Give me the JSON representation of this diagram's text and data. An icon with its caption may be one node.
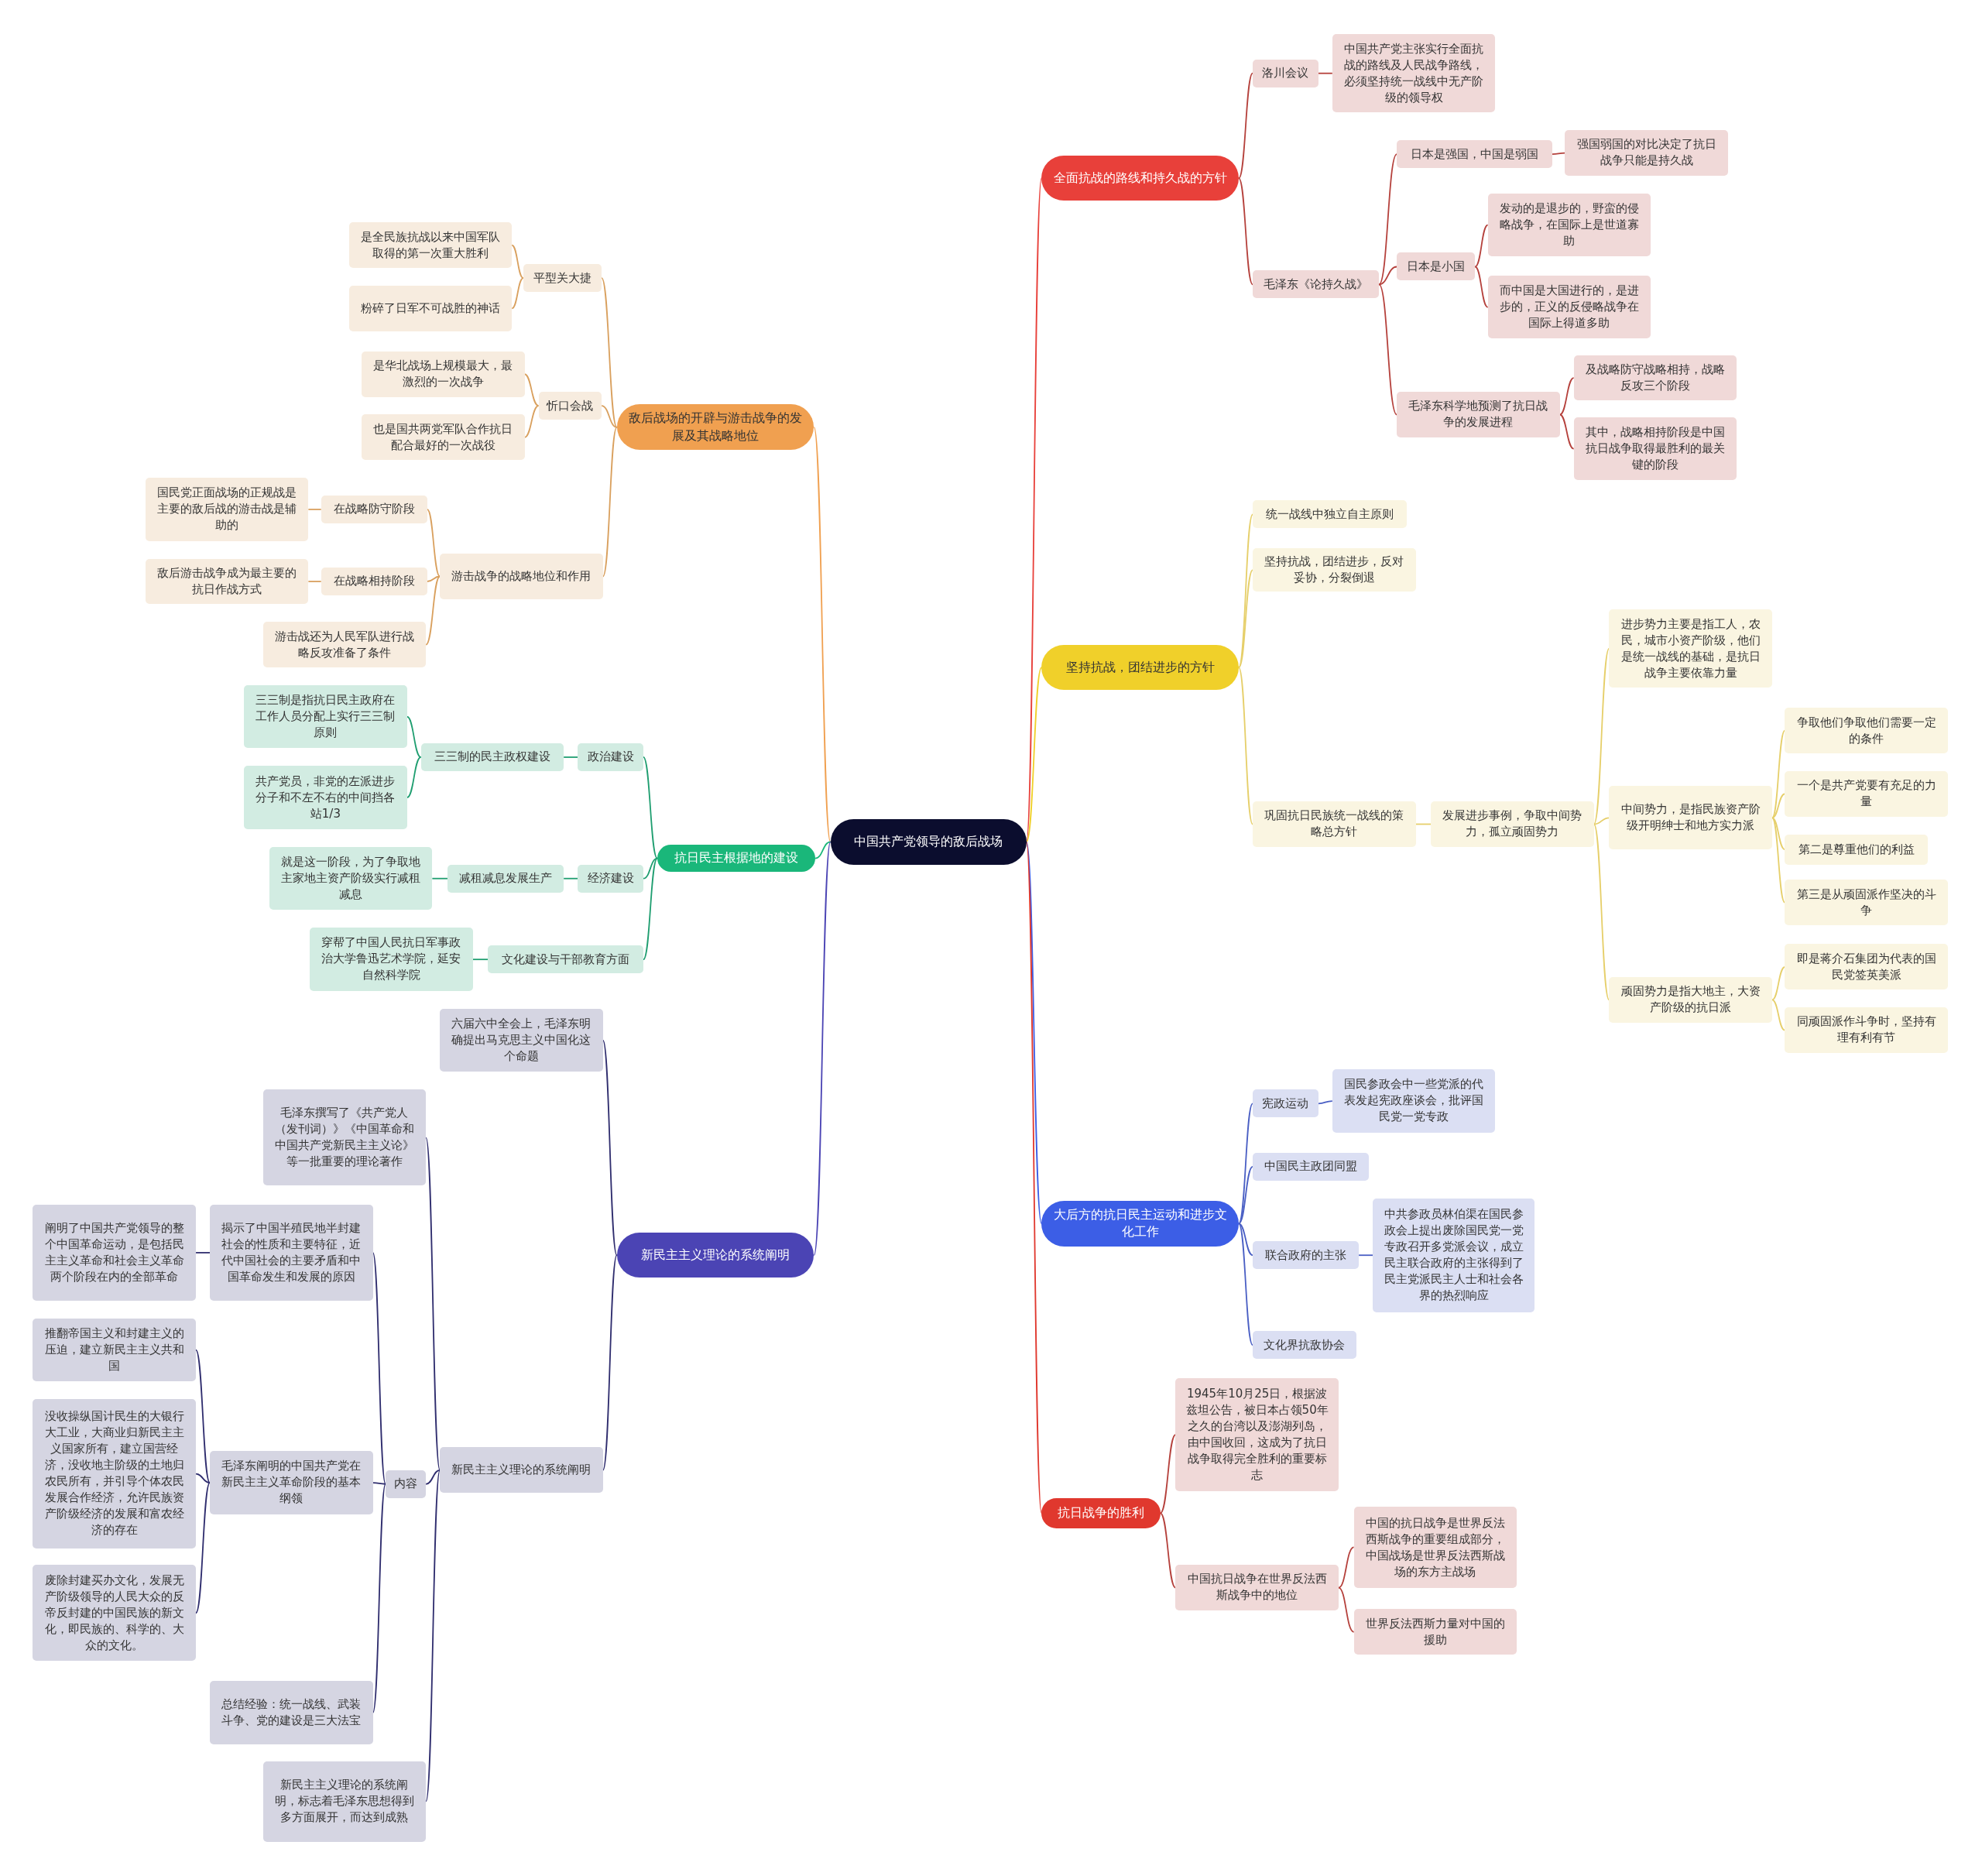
{
  "diagram": {
    "nodes": [
      {
        "text": [
          "中国共产党领导的敌后战场"
        ]
      },
      {
        "text": [
          "全面抗战的路线和持久战的方针"
        ]
      },
      {
        "text": [
          "洛川会议"
        ]
      },
      {
        "text": [
          "中国共产党主张实行全面抗战的路线及人民战争路线，必须坚持统一战线中无产阶级的领导权"
        ]
      },
      {
        "text": [
          "毛泽东《论持久战》"
        ]
      },
      {
        "text": [
          "日本是强国，中国是弱国"
        ]
      },
      {
        "text": [
          "强国弱国的对比决定了抗日战争只能是持久战"
        ]
      },
      {
        "text": [
          "日本是小国"
        ]
      },
      {
        "text": [
          "发动的是退步的，野蛮的侵略战争，在国际上是世道寡助"
        ]
      },
      {
        "text": [
          "而中国是大国进行的，是进步的，正义的反侵略战争在国际上得道多助"
        ]
      },
      {
        "text": [
          "毛泽东科学地预测了抗日战争的发展进程"
        ]
      },
      {
        "text": [
          "及战略防守战略相持，战略反攻三个阶段"
        ]
      },
      {
        "text": [
          "其中，战略相持阶段是中国抗日战争取得最胜利的最关键的阶段"
        ]
      },
      {
        "text": [
          "坚持抗战，团结进步的方针"
        ]
      },
      {
        "text": [
          "统一战线中独立自主原则"
        ]
      },
      {
        "text": [
          "坚持抗战，团结进步，反对妥协，分裂倒退"
        ]
      },
      {
        "text": [
          "巩固抗日民族统一战线的策略总方针"
        ]
      },
      {
        "text": [
          "发展进步事例，争取中间势力，孤立顽固势力"
        ]
      },
      {
        "text": [
          "进步势力主要是指工人，农民，城市小资产阶级，他们是统一战线的基础，是抗日战争主要依靠力量"
        ]
      },
      {
        "text": [
          "中间势力，是指民族资产阶级开明绅士和地方实力派"
        ]
      },
      {
        "text": [
          "争取他们争取他们需要一定的条件"
        ]
      },
      {
        "text": [
          "一个是共产党要有充足的力量"
        ]
      },
      {
        "text": [
          "第二是尊重他们的利益"
        ]
      },
      {
        "text": [
          "第三是从顽固派作坚决的斗争"
        ]
      },
      {
        "text": [
          "顽固势力是指大地主，大资产阶级的抗日派"
        ]
      },
      {
        "text": [
          "即是蒋介石集团为代表的国民党签英美派"
        ]
      },
      {
        "text": [
          "同顽固派作斗争时，坚持有理有利有节"
        ]
      },
      {
        "text": [
          "大后方的抗日民主运动和进步文化工作"
        ]
      },
      {
        "text": [
          "宪政运动"
        ]
      },
      {
        "text": [
          "国民参政会中一些党派的代表发起宪政座谈会，批评国民党一党专政"
        ]
      },
      {
        "text": [
          "中国民主政团同盟"
        ]
      },
      {
        "text": [
          "联合政府的主张"
        ]
      },
      {
        "text": [
          "中共参政员林伯渠在国民参政会上提出废除国民党一党专政召开多党派会议，成立民主联合政府的主张得到了民主党派民主人士和社会各界的热烈响应"
        ]
      },
      {
        "text": [
          "文化界抗敌协会"
        ]
      },
      {
        "text": [
          "抗日战争的胜利"
        ]
      },
      {
        "text": [
          "1945年10月25日，根据波兹坦公告，被日本占领50年之久的台湾以及澎湖列岛，由中国收回，这成为了抗日战争取得完全胜利的重要标志"
        ]
      },
      {
        "text": [
          "中国抗日战争在世界反法西斯战争中的地位"
        ]
      },
      {
        "text": [
          "中国的抗日战争是世界反法西斯战争的重要组成部分，中国战场是世界反法西斯战场的东方主战场"
        ]
      },
      {
        "text": [
          "世界反法西斯力量对中国的援助"
        ]
      },
      {
        "text": [
          "敌后战场的开辟与游击战争的发展及其战略地位"
        ]
      },
      {
        "text": [
          "平型关大捷"
        ]
      },
      {
        "text": [
          "是全民族抗战以来中国军队取得的第一次重大胜利"
        ]
      },
      {
        "text": [
          "粉碎了日军不可战胜的神话"
        ]
      },
      {
        "text": [
          "忻口会战"
        ]
      },
      {
        "text": [
          "是华北战场上规模最大，最激烈的一次战争"
        ]
      },
      {
        "text": [
          "也是国共两党军队合作抗日配合最好的一次战役"
        ]
      },
      {
        "text": [
          "游击战争的战略地位和作用"
        ]
      },
      {
        "text": [
          "在战略防守阶段"
        ]
      },
      {
        "text": [
          "国民党正面战场的正规战是主要的敌后战的游击战是辅助的"
        ]
      },
      {
        "text": [
          "在战略相持阶段"
        ]
      },
      {
        "text": [
          "敌后游击战争成为最主要的抗日作战方式"
        ]
      },
      {
        "text": [
          "游击战还为人民军队进行战略反攻准备了条件"
        ]
      },
      {
        "text": [
          "抗日民主根据地的建设"
        ]
      },
      {
        "text": [
          "政治建设"
        ]
      },
      {
        "text": [
          "三三制的民主政权建设"
        ]
      },
      {
        "text": [
          "三三制是指抗日民主政府在工作人员分配上实行三三制原则"
        ]
      },
      {
        "text": [
          "共产党员，非党的左派进步分子和不左不右的中间挡各站1/3"
        ]
      },
      {
        "text": [
          "经济建设"
        ]
      },
      {
        "text": [
          "减租减息发展生产"
        ]
      },
      {
        "text": [
          "就是这一阶段，为了争取地主家地主资产阶级实行减租减息"
        ]
      },
      {
        "text": [
          "文化建设与干部教育方面"
        ]
      },
      {
        "text": [
          "穿帮了中国人民抗日军事政治大学鲁迅艺术学院，延安自然科学院"
        ]
      },
      {
        "text": [
          "新民主主义理论的系统阐明"
        ]
      },
      {
        "text": [
          "六届六中全会上，毛泽东明确提出马克思主义中国化这个命题"
        ]
      },
      {
        "text": [
          "新民主主义理论的系统阐明"
        ]
      },
      {
        "text": [
          "内容"
        ]
      },
      {
        "text": [
          "毛泽东撰写了《共产党人（发刊词）》《中国革命和中国共产党新民主主义论》等一批重要的理论著作"
        ]
      },
      {
        "text": [
          "揭示了中国半殖民地半封建社会的性质和主要特征，近代中国社会的主要矛盾和中国革命发生和发展的原因"
        ]
      },
      {
        "text": [
          "阐明了中国共产党领导的整个中国革命运动，是包括民主主义革命和社会主义革命两个阶段在内的全部革命"
        ]
      },
      {
        "text": [
          "毛泽东阐明的中国共产党在新民主主义革命阶段的基本纲领"
        ]
      },
      {
        "text": [
          "推翻帝国主义和封建主义的压迫，建立新民主主义共和国"
        ]
      },
      {
        "text": [
          "没收操纵国计民生的大银行大工业，大商业归新民主主义国家所有，建立国营经济，没收地主阶级的土地归农民所有，并引导个体农民发展合作经济，允许民族资产阶级经济的发展和富农经济的存在"
        ]
      },
      {
        "text": [
          "废除封建买办文化，发展无产阶级领导的人民大众的反帝反封建的中国民族的新文化，即民族的、科学的、大众的文化。"
        ]
      },
      {
        "text": [
          "总结经验：统一战线、武装斗争、党的建设是三大法宝"
        ]
      },
      {
        "text": [
          "新民主主义理论的系统阐明，标志着毛泽东思想得到多方面展开，而达到成熟"
        ]
      }
    ],
    "edges": [
      {
        "from": 0,
        "to": 1,
        "arrow": "none",
        "color": "#e8403a"
      },
      {
        "from": 1,
        "to": 2,
        "arrow": "none",
        "color": "#b5413c"
      },
      {
        "from": 2,
        "to": 3,
        "arrow": "none",
        "color": "#b5413c"
      },
      {
        "from": 1,
        "to": 4,
        "arrow": "none",
        "color": "#b5413c"
      },
      {
        "from": 4,
        "to": 5,
        "arrow": "none",
        "color": "#b5413c"
      },
      {
        "from": 5,
        "to": 6,
        "arrow": "none",
        "color": "#b5413c"
      },
      {
        "from": 4,
        "to": 7,
        "arrow": "none",
        "color": "#b5413c"
      },
      {
        "from": 7,
        "to": 8,
        "arrow": "none",
        "color": "#b5413c"
      },
      {
        "from": 7,
        "to": 9,
        "arrow": "none",
        "color": "#b5413c"
      },
      {
        "from": 4,
        "to": 10,
        "arrow": "none",
        "color": "#b5413c"
      },
      {
        "from": 10,
        "to": 11,
        "arrow": "none",
        "color": "#b5413c"
      },
      {
        "from": 10,
        "to": 12,
        "arrow": "none",
        "color": "#b5413c"
      },
      {
        "from": 0,
        "to": 13,
        "arrow": "none",
        "color": "#f0d02a"
      },
      {
        "from": 13,
        "to": 14,
        "arrow": "none",
        "color": "#e6cf6a"
      },
      {
        "from": 13,
        "to": 15,
        "arrow": "none",
        "color": "#e6cf6a"
      },
      {
        "from": 13,
        "to": 16,
        "arrow": "none",
        "color": "#e6cf6a"
      },
      {
        "from": 16,
        "to": 17,
        "arrow": "none",
        "color": "#e6cf6a"
      },
      {
        "from": 17,
        "to": 18,
        "arrow": "none",
        "color": "#e6cf6a"
      },
      {
        "from": 17,
        "to": 19,
        "arrow": "none",
        "color": "#e6cf6a"
      },
      {
        "from": 19,
        "to": 20,
        "arrow": "none",
        "color": "#e6cf6a"
      },
      {
        "from": 19,
        "to": 21,
        "arrow": "none",
        "color": "#e6cf6a"
      },
      {
        "from": 19,
        "to": 22,
        "arrow": "none",
        "color": "#e6cf6a"
      },
      {
        "from": 19,
        "to": 23,
        "arrow": "none",
        "color": "#e6cf6a"
      },
      {
        "from": 17,
        "to": 24,
        "arrow": "none",
        "color": "#e6cf6a"
      },
      {
        "from": 24,
        "to": 25,
        "arrow": "none",
        "color": "#e6cf6a"
      },
      {
        "from": 24,
        "to": 26,
        "arrow": "none",
        "color": "#e6cf6a"
      },
      {
        "from": 0,
        "to": 27,
        "arrow": "none",
        "color": "#3c5ee6"
      },
      {
        "from": 27,
        "to": 28,
        "arrow": "none",
        "color": "#4a5fc4"
      },
      {
        "from": 28,
        "to": 29,
        "arrow": "none",
        "color": "#4a5fc4"
      },
      {
        "from": 27,
        "to": 30,
        "arrow": "none",
        "color": "#4a5fc4"
      },
      {
        "from": 27,
        "to": 31,
        "arrow": "none",
        "color": "#4a5fc4"
      },
      {
        "from": 31,
        "to": 32,
        "arrow": "none",
        "color": "#4a5fc4"
      },
      {
        "from": 27,
        "to": 33,
        "arrow": "none",
        "color": "#4a5fc4"
      },
      {
        "from": 0,
        "to": 34,
        "arrow": "none",
        "color": "#e0382e"
      },
      {
        "from": 34,
        "to": 35,
        "arrow": "none",
        "color": "#b5413c"
      },
      {
        "from": 34,
        "to": 36,
        "arrow": "none",
        "color": "#b5413c"
      },
      {
        "from": 36,
        "to": 37,
        "arrow": "none",
        "color": "#b5413c"
      },
      {
        "from": 36,
        "to": 38,
        "arrow": "none",
        "color": "#b5413c"
      },
      {
        "from": 0,
        "to": 39,
        "arrow": "none",
        "color": "#f0a050"
      },
      {
        "from": 39,
        "to": 40,
        "arrow": "none",
        "color": "#d9a05e"
      },
      {
        "from": 40,
        "to": 41,
        "arrow": "none",
        "color": "#d9a05e"
      },
      {
        "from": 40,
        "to": 42,
        "arrow": "none",
        "color": "#d9a05e"
      },
      {
        "from": 39,
        "to": 43,
        "arrow": "none",
        "color": "#d9a05e"
      },
      {
        "from": 43,
        "to": 44,
        "arrow": "none",
        "color": "#d9a05e"
      },
      {
        "from": 43,
        "to": 45,
        "arrow": "none",
        "color": "#d9a05e"
      },
      {
        "from": 39,
        "to": 46,
        "arrow": "none",
        "color": "#d9a05e"
      },
      {
        "from": 46,
        "to": 47,
        "arrow": "none",
        "color": "#d9a05e"
      },
      {
        "from": 47,
        "to": 48,
        "arrow": "none",
        "color": "#d9a05e"
      },
      {
        "from": 46,
        "to": 49,
        "arrow": "none",
        "color": "#d9a05e"
      },
      {
        "from": 49,
        "to": 50,
        "arrow": "none",
        "color": "#d9a05e"
      },
      {
        "from": 46,
        "to": 51,
        "arrow": "none",
        "color": "#d9a05e"
      },
      {
        "from": 0,
        "to": 52,
        "arrow": "none",
        "color": "#1ab77a"
      },
      {
        "from": 52,
        "to": 53,
        "arrow": "none",
        "color": "#1f9e70"
      },
      {
        "from": 53,
        "to": 54,
        "arrow": "none",
        "color": "#1f9e70"
      },
      {
        "from": 54,
        "to": 55,
        "arrow": "none",
        "color": "#1f9e70"
      },
      {
        "from": 54,
        "to": 56,
        "arrow": "none",
        "color": "#1f9e70"
      },
      {
        "from": 52,
        "to": 57,
        "arrow": "none",
        "color": "#1f9e70"
      },
      {
        "from": 57,
        "to": 58,
        "arrow": "none",
        "color": "#1f9e70"
      },
      {
        "from": 58,
        "to": 59,
        "arrow": "none",
        "color": "#1f9e70"
      },
      {
        "from": 52,
        "to": 60,
        "arrow": "none",
        "color": "#1f9e70"
      },
      {
        "from": 60,
        "to": 61,
        "arrow": "none",
        "color": "#1f9e70"
      },
      {
        "from": 0,
        "to": 62,
        "arrow": "none",
        "color": "#4b44b4"
      },
      {
        "from": 62,
        "to": 63,
        "arrow": "none",
        "color": "#2f2d6e"
      },
      {
        "from": 62,
        "to": 64,
        "arrow": "none",
        "color": "#2f2d6e"
      },
      {
        "from": 64,
        "to": 66,
        "arrow": "none",
        "color": "#2f2d6e"
      },
      {
        "from": 64,
        "to": 65,
        "arrow": "none",
        "color": "#2f2d6e"
      },
      {
        "from": 64,
        "to": 74,
        "arrow": "none",
        "color": "#2f2d6e"
      },
      {
        "from": 65,
        "to": 67,
        "arrow": "none",
        "color": "#2f2d6e"
      },
      {
        "from": 67,
        "to": 68,
        "arrow": "none",
        "color": "#2f2d6e"
      },
      {
        "from": 65,
        "to": 69,
        "arrow": "none",
        "color": "#2f2d6e"
      },
      {
        "from": 69,
        "to": 70,
        "arrow": "none",
        "color": "#2f2d6e"
      },
      {
        "from": 69,
        "to": 71,
        "arrow": "none",
        "color": "#2f2d6e"
      },
      {
        "from": 69,
        "to": 72,
        "arrow": "none",
        "color": "#2f2d6e"
      },
      {
        "from": 65,
        "to": 73,
        "arrow": "none",
        "color": "#2f2d6e"
      }
    ]
  }
}
